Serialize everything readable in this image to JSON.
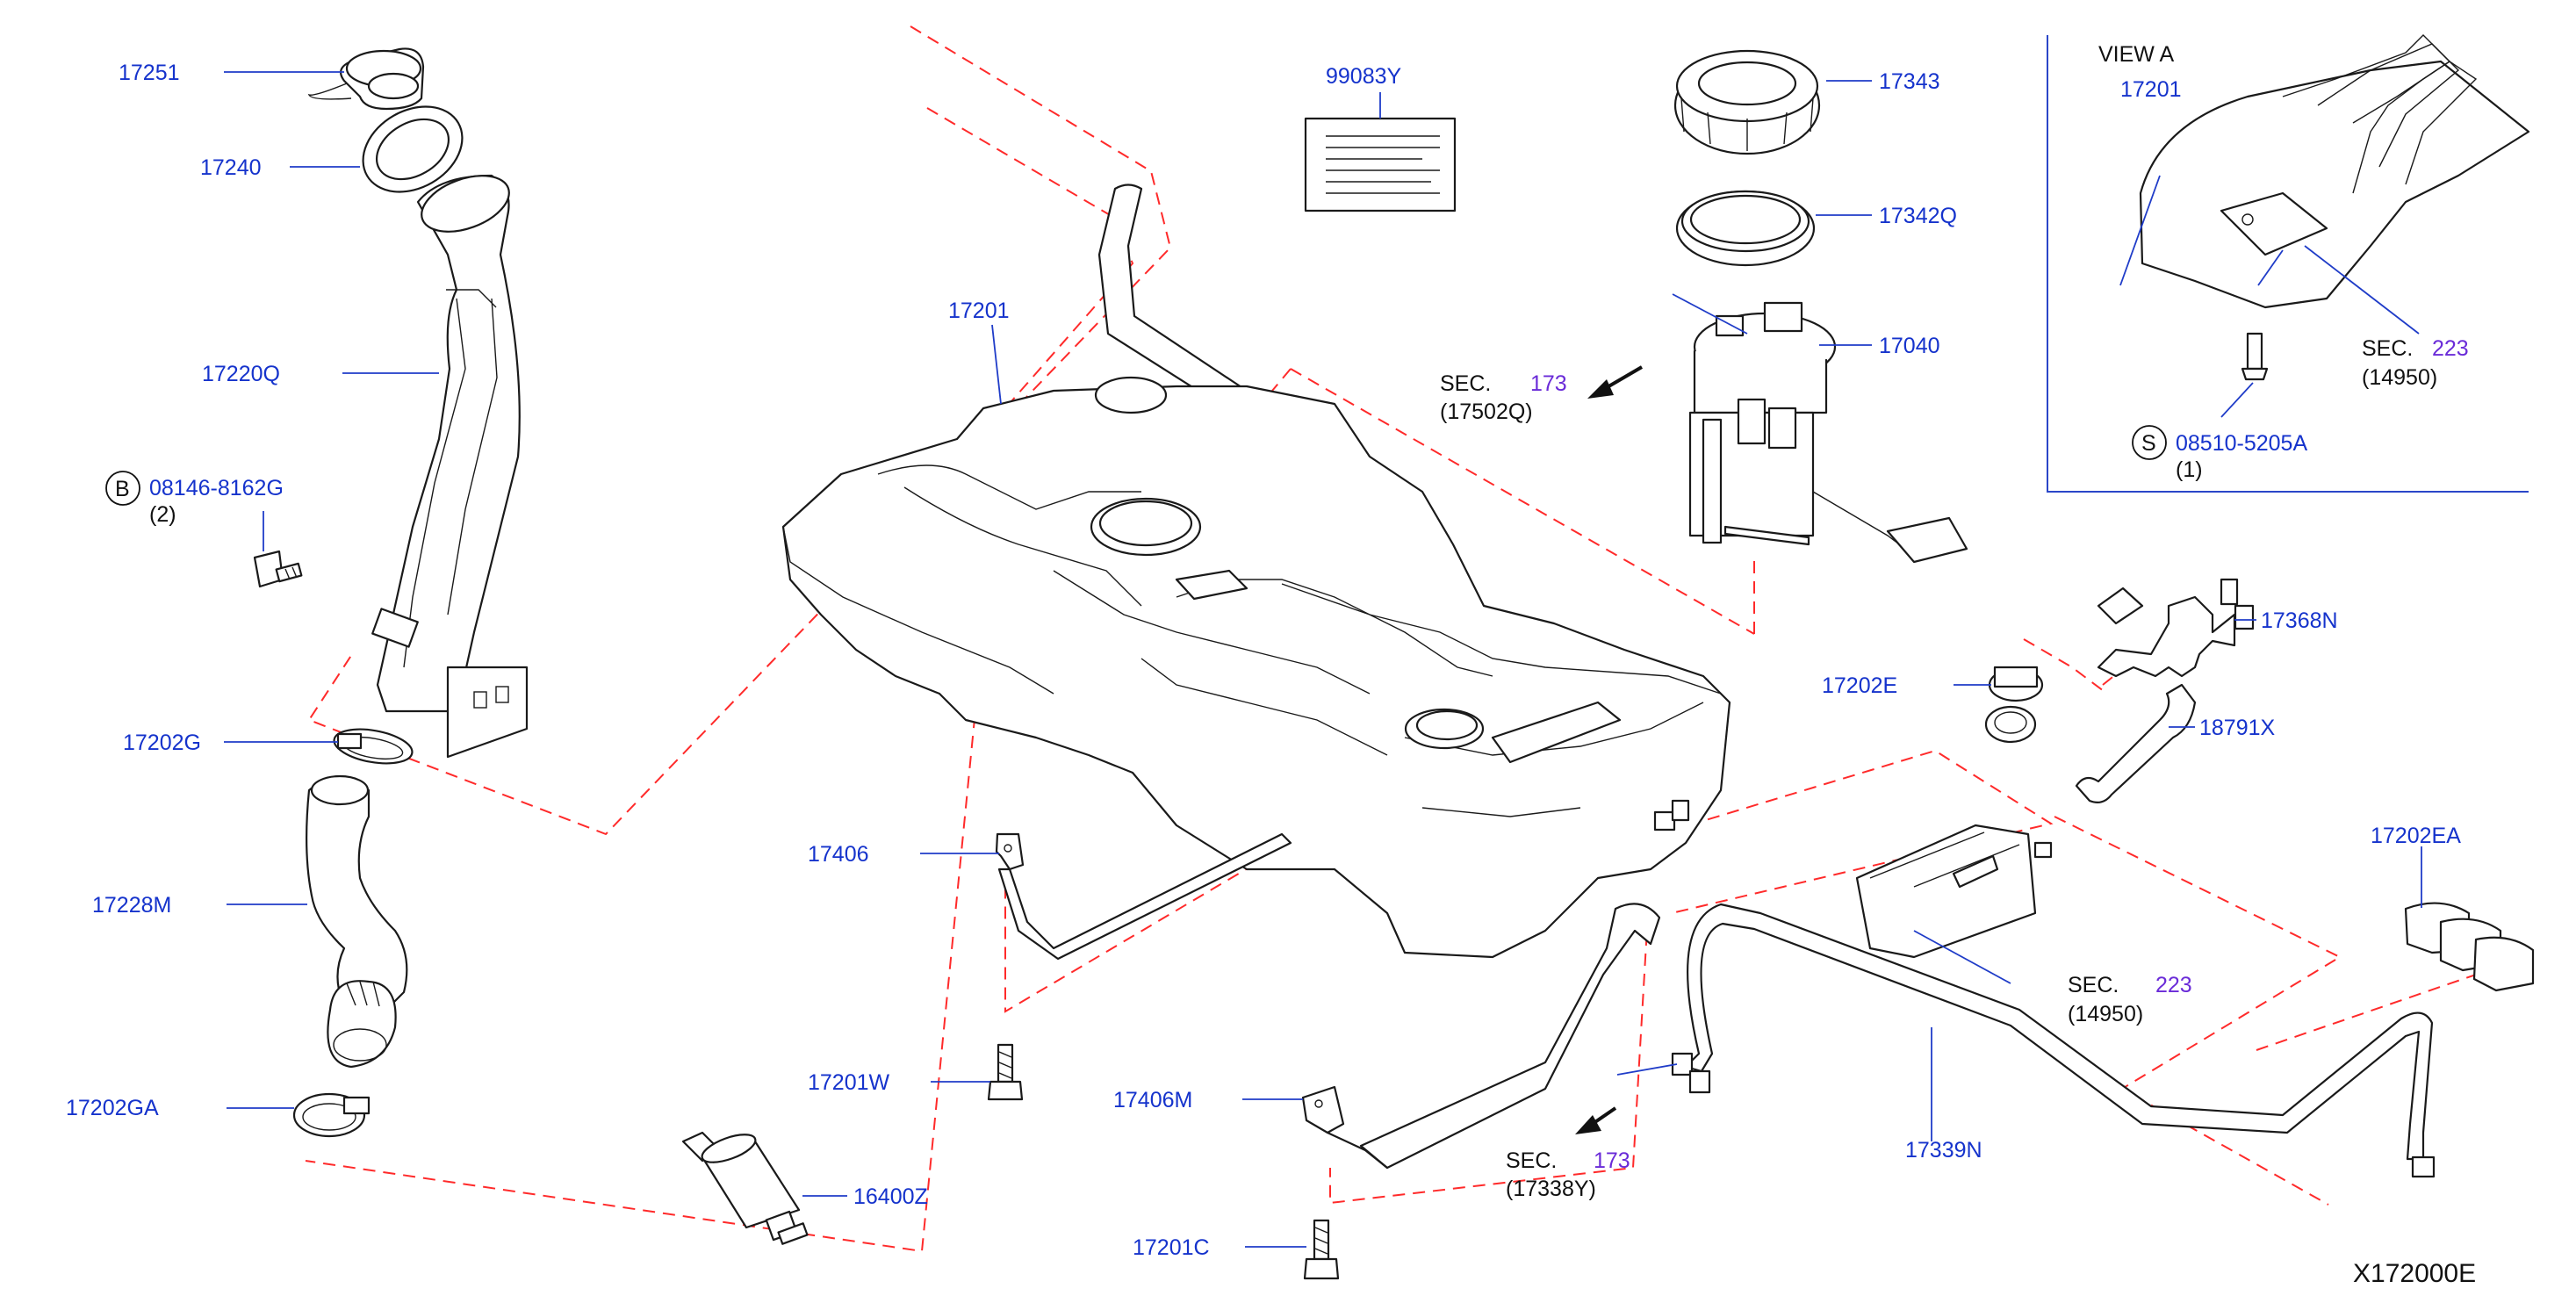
{
  "diagram_id": "X172000E",
  "view_label": "VIEW   A",
  "parts": {
    "p17251": "17251",
    "p17240": "17240",
    "p17220Q": "17220Q",
    "p08146": "08146-8162G",
    "p08146_qty": "(2)",
    "p17202G": "17202G",
    "p17228M": "17228M",
    "p17202GA": "17202GA",
    "p99083Y": "99083Y",
    "p17201_main": "17201",
    "p17343": "17343",
    "p17342Q": "17342Q",
    "p17040": "17040",
    "p17406": "17406",
    "p17201W": "17201W",
    "p17406M": "17406M",
    "p16400Z": "16400Z",
    "p17201C": "17201C",
    "p17202E": "17202E",
    "p17368N": "17368N",
    "p18791X": "18791X",
    "p17202EA": "17202EA",
    "p17339N": "17339N",
    "p17201_view": "17201",
    "p08510": "08510-5205A",
    "p08510_qty": "(1)"
  },
  "markers": {
    "b": "B",
    "s": "S"
  },
  "sections": {
    "sec_word": "SEC.",
    "sec1_num": "173",
    "sec1_ref": "(17502Q)",
    "sec2_num": "223",
    "sec2_ref": "(14950)",
    "sec3_num": "173",
    "sec3_ref": "(17338Y)",
    "sec4_num": "223",
    "sec4_ref": "(14950)"
  }
}
